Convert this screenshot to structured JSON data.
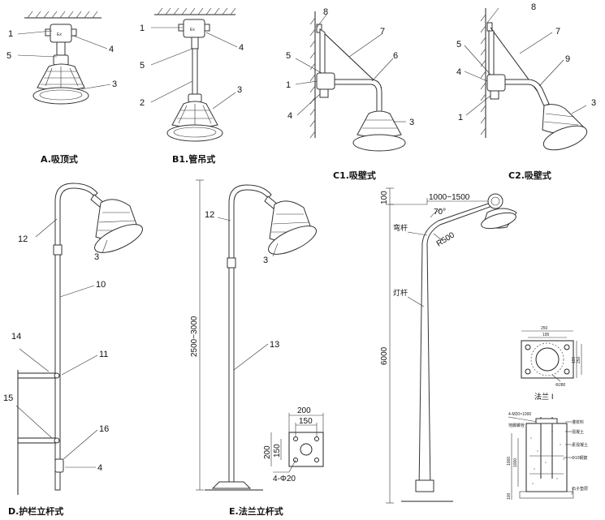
{
  "figures": {
    "a": {
      "caption": "A.吸顶式",
      "callouts": [
        "1",
        "5",
        "4",
        "3"
      ]
    },
    "b1": {
      "caption": "B1.管吊式",
      "callouts": [
        "1",
        "5",
        "2",
        "4",
        "3"
      ]
    },
    "c1": {
      "caption": "C1.吸壁式",
      "callouts": [
        "8",
        "7",
        "5",
        "6",
        "1",
        "4",
        "3"
      ]
    },
    "c2": {
      "caption": "C2.吸壁式",
      "callouts": [
        "8",
        "7",
        "5",
        "9",
        "4",
        "1",
        "3"
      ]
    },
    "d": {
      "caption": "D.护栏立杆式",
      "callouts": [
        "12",
        "3",
        "10",
        "14",
        "11",
        "15",
        "16",
        "4"
      ]
    },
    "e": {
      "caption": "E.法兰立杆式",
      "callouts": [
        "12",
        "3",
        "13"
      ],
      "height_dim": "2500~3000",
      "flange": {
        "w1": "200",
        "w2": "150",
        "h1": "200",
        "h2": "150",
        "holes": "4-Φ20"
      }
    },
    "f": {
      "top_dim": "100",
      "reach_dim": "1000~1500",
      "angle": "70°",
      "arm_label": "弯杆",
      "radius": "R500",
      "pole_label": "灯杆",
      "height_dim": "6000",
      "flange_caption": "法兰 I",
      "flange_dims": {
        "outer": "250",
        "inner": "195",
        "v1": "195",
        "v2": "250",
        "circle": "Φ280"
      },
      "foundation": {
        "bolts": "4-M20×1000",
        "labels": [
          "地脚螺栓",
          "灌浆料",
          "混凝土",
          "素混凝土",
          "Φ10钢筋",
          "石子垫层"
        ],
        "dims": [
          "1000",
          "1000",
          "100"
        ]
      }
    }
  }
}
